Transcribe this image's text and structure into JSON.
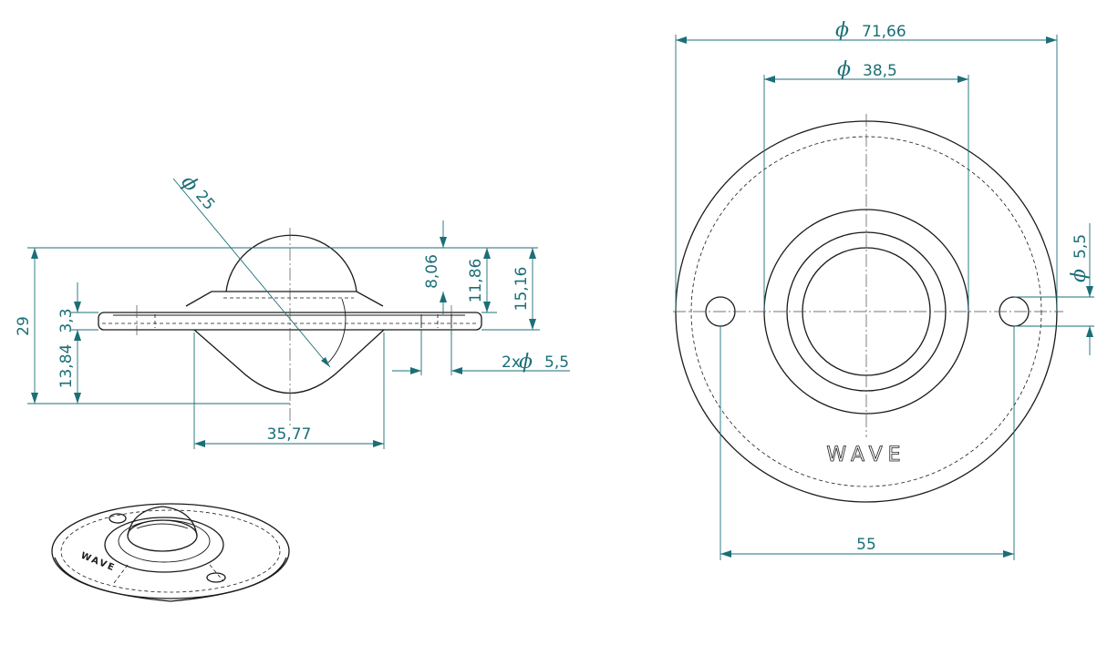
{
  "brand": "WAVE",
  "symbols": {
    "diameter": "ϕ"
  },
  "colors": {
    "dimension": "#1b6f77",
    "outline": "#1a1a1a"
  },
  "side_view": {
    "dims": {
      "ball_diameter": "25",
      "total_height": "29",
      "flange_thickness": "3,3",
      "lower_depth": "13,84",
      "ball_protrusion": "8,06",
      "height_a": "11,86",
      "height_b": "15,16",
      "hole_prefix": "2x",
      "hole_diameter": "5,5",
      "body_width": "35,77"
    }
  },
  "top_view": {
    "dims": {
      "outer_diameter": "71,66",
      "inner_diameter": "38,5",
      "hole_diameter": "5,5",
      "hole_spacing": "55"
    }
  }
}
